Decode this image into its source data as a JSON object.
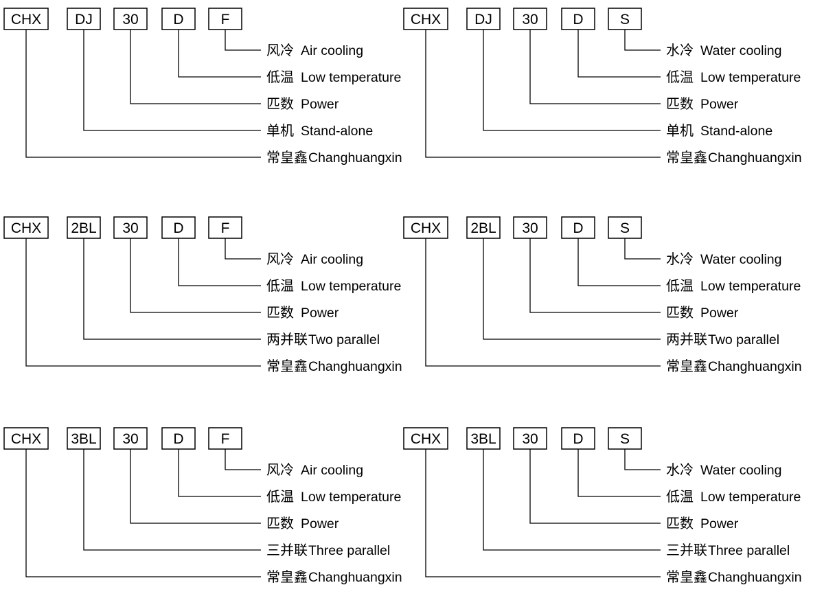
{
  "diagrams": [
    {
      "codes": [
        "CHX",
        "DJ",
        "30",
        "D",
        "F"
      ],
      "labels": [
        {
          "cn": "风冷",
          "en": "Air cooling",
          "gap": true
        },
        {
          "cn": "低温",
          "en": "Low temperature",
          "gap": true
        },
        {
          "cn": "匹数",
          "en": "Power",
          "gap": true
        },
        {
          "cn": "单机",
          "en": "Stand-alone",
          "gap": true
        },
        {
          "cn": "常皇鑫",
          "en": "Changhuangxin",
          "gap": false
        }
      ]
    },
    {
      "codes": [
        "CHX",
        "DJ",
        "30",
        "D",
        "S"
      ],
      "labels": [
        {
          "cn": "水冷",
          "en": "Water cooling",
          "gap": true
        },
        {
          "cn": "低温",
          "en": "Low temperature",
          "gap": true
        },
        {
          "cn": "匹数",
          "en": "Power",
          "gap": true
        },
        {
          "cn": "单机",
          "en": "Stand-alone",
          "gap": true
        },
        {
          "cn": "常皇鑫",
          "en": "Changhuangxin",
          "gap": false
        }
      ]
    },
    {
      "codes": [
        "CHX",
        "2BL",
        "30",
        "D",
        "F"
      ],
      "labels": [
        {
          "cn": "风冷",
          "en": "Air cooling",
          "gap": true
        },
        {
          "cn": "低温",
          "en": "Low temperature",
          "gap": true
        },
        {
          "cn": "匹数",
          "en": "Power",
          "gap": true
        },
        {
          "cn": "两并联",
          "en": "Two parallel",
          "gap": false
        },
        {
          "cn": "常皇鑫",
          "en": "Changhuangxin",
          "gap": false
        }
      ]
    },
    {
      "codes": [
        "CHX",
        "2BL",
        "30",
        "D",
        "S"
      ],
      "labels": [
        {
          "cn": "水冷",
          "en": "Water cooling",
          "gap": true
        },
        {
          "cn": "低温",
          "en": "Low temperature",
          "gap": true
        },
        {
          "cn": "匹数",
          "en": "Power",
          "gap": true
        },
        {
          "cn": "两并联",
          "en": "Two parallel",
          "gap": false
        },
        {
          "cn": "常皇鑫",
          "en": "Changhuangxin",
          "gap": false
        }
      ]
    },
    {
      "codes": [
        "CHX",
        "3BL",
        "30",
        "D",
        "F"
      ],
      "labels": [
        {
          "cn": "风冷",
          "en": "Air cooling",
          "gap": true
        },
        {
          "cn": "低温",
          "en": "Low temperature",
          "gap": true
        },
        {
          "cn": "匹数",
          "en": "Power",
          "gap": true
        },
        {
          "cn": "三并联",
          "en": "Three parallel",
          "gap": false
        },
        {
          "cn": "常皇鑫",
          "en": "Changhuangxin",
          "gap": false
        }
      ]
    },
    {
      "codes": [
        "CHX",
        "3BL",
        "30",
        "D",
        "S"
      ],
      "labels": [
        {
          "cn": "水冷",
          "en": "Water cooling",
          "gap": true
        },
        {
          "cn": "低温",
          "en": "Low temperature",
          "gap": true
        },
        {
          "cn": "匹数",
          "en": "Power",
          "gap": true
        },
        {
          "cn": "三并联",
          "en": "Three parallel",
          "gap": false
        },
        {
          "cn": "常皇鑫",
          "en": "Changhuangxin",
          "gap": false
        }
      ]
    }
  ]
}
